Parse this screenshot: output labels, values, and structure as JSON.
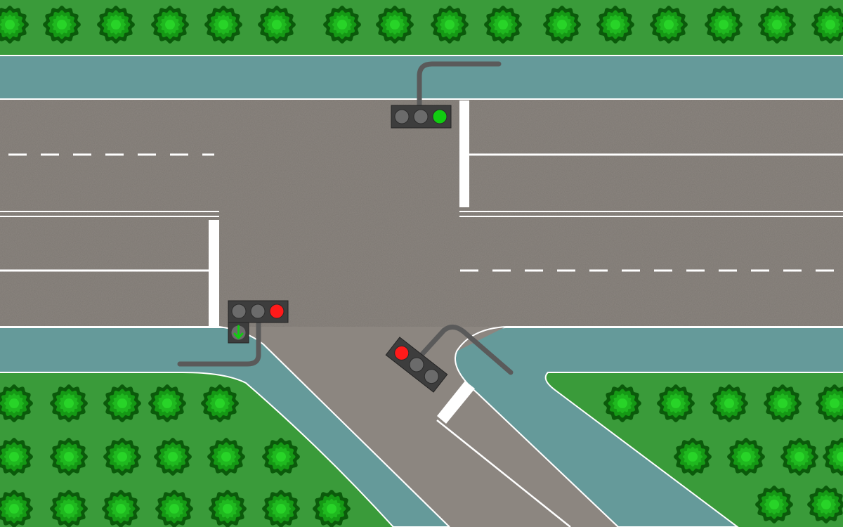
{
  "scene": {
    "type": "traffic-intersection-simulation",
    "colors": {
      "grass": "#3a9b3a",
      "sidewalk": "#659a9a",
      "asphalt": "#8c8680",
      "lane_marking": "#ffffff",
      "tree_outer": "#0b5a0b",
      "tree_mid": "#159915",
      "tree_inner": "#28d428",
      "signal_housing": "#3d3d3d",
      "signal_off": "#6b6b6b",
      "signal_red": "#ff1a1a",
      "signal_green": "#11cc11",
      "pole": "#5a5a5a"
    },
    "traffic_lights": [
      {
        "id": "north",
        "lamps": [
          "off",
          "off",
          "green"
        ],
        "arrow": null
      },
      {
        "id": "west",
        "lamps": [
          "off",
          "off",
          "red"
        ],
        "arrow": "down-arrow-green"
      },
      {
        "id": "diagonal",
        "lamps": [
          "red",
          "off",
          "off"
        ],
        "arrow": null
      }
    ],
    "icons": [
      "tree-icon",
      "traffic-light-icon",
      "down-arrow-icon"
    ]
  }
}
